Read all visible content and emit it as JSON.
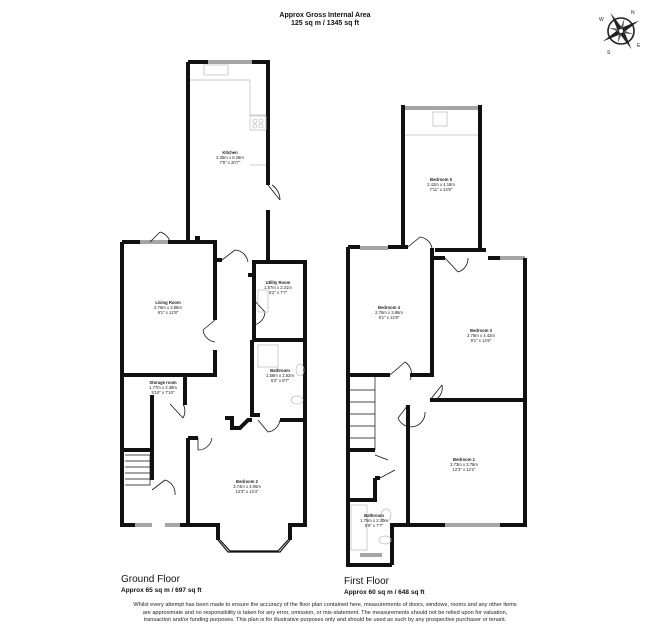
{
  "header": {
    "title": "Approx Gross Internal Area",
    "area": "125 sq m / 1345 sq ft"
  },
  "compass": {
    "icon": "compass-rose-icon",
    "labels": {
      "n": "N",
      "e": "E",
      "s": "S",
      "w": "W"
    }
  },
  "ground_floor": {
    "title": "Ground Floor",
    "area": "Approx 65 sq m / 697 sq ft",
    "rooms": [
      {
        "name": "Kitchen",
        "metric": "2.35m x 6.28m",
        "imperial": "7'8\" x 20'7\""
      },
      {
        "name": "Living Room",
        "metric": "2.76m x 3.86m",
        "imperial": "9'1\" x 12'8\""
      },
      {
        "name": "Utility Room",
        "metric": "1.57m x 2.31m",
        "imperial": "5'2\" x 7'7\""
      },
      {
        "name": "Bathroom",
        "metric": "1.58m x 2.62m",
        "imperial": "5'2\" x 8'7\""
      },
      {
        "name": "Storage room",
        "metric": "1.77m x 2.39m",
        "imperial": "5'10\" x 7'10\""
      },
      {
        "name": "Bedroom 2",
        "metric": "3.74m x 4.06m",
        "imperial": "12'3\" x 13'4\""
      }
    ]
  },
  "first_floor": {
    "title": "First Floor",
    "area": "Approx 60 sq m / 648 sq ft",
    "rooms": [
      {
        "name": "Bedroom 5",
        "metric": "2.42m x 4.18m",
        "imperial": "7'11\" x 13'8\""
      },
      {
        "name": "Bedroom 4",
        "metric": "2.76m x 3.86m",
        "imperial": "9'1\" x 12'8\""
      },
      {
        "name": "Bedroom 3",
        "metric": "2.78m x 4.42m",
        "imperial": "9'1\" x 14'6\""
      },
      {
        "name": "Bedroom 1",
        "metric": "3.73m x 3.78m",
        "imperial": "12'3\" x 12'2\""
      },
      {
        "name": "Bathroom",
        "metric": "1.75m x 2.30m",
        "imperial": "5'9\" x 7'7\""
      }
    ]
  },
  "disclaimer": "Whilst every attempt has been made to ensure the accuracy of the floor plan contained here, measurements of doors, windows, rooms and any other items are approximate and no responsibility is taken for any error, omission, or mis-statement. The measurements should not be relied upon for valuation, transaction and/or funding purposes. This plan is for illustrative purposes only and should be used as such by any prospective purchaser or tenant.",
  "colors": {
    "wall": "#111111",
    "fixture": "#bbbbbb",
    "text": "#222222"
  }
}
